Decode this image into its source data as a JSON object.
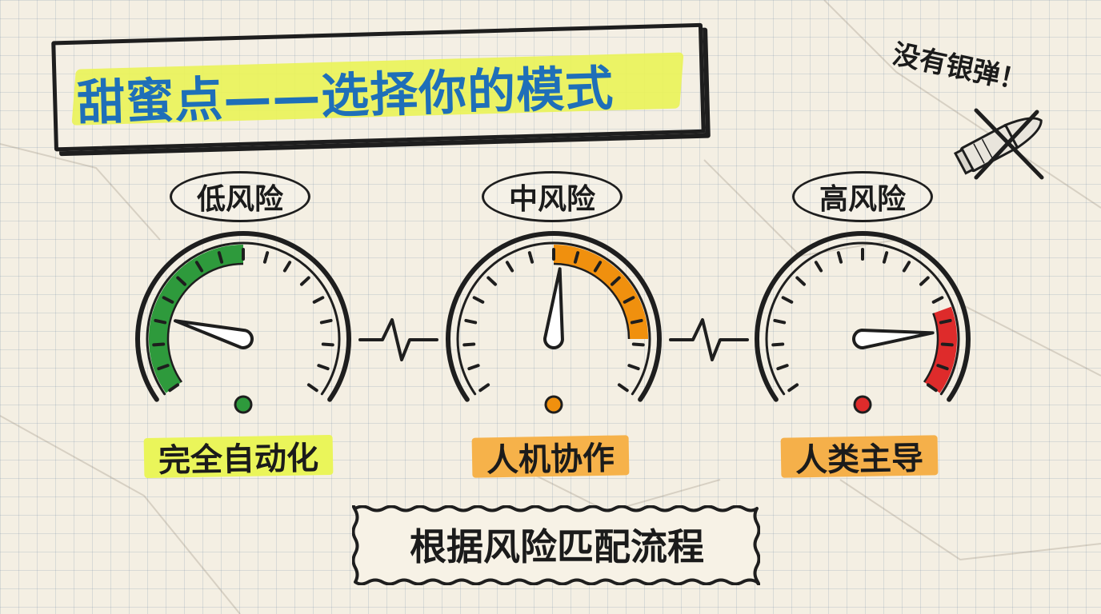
{
  "title": "甜蜜点——选择你的模式",
  "silver_bullet_note": "没有银弹！",
  "gauges": [
    {
      "risk_label": "低风险",
      "mode_label": "完全自动化",
      "color": "#2e9a3c",
      "label_bg": "#eaf55a",
      "level": 0.2
    },
    {
      "risk_label": "中风险",
      "mode_label": "人机协作",
      "color": "#f0900e",
      "label_bg": "#f6b24a",
      "level": 0.52
    },
    {
      "risk_label": "高风险",
      "mode_label": "人类主导",
      "color": "#de2b2b",
      "label_bg": "#f5b04a",
      "level": 0.84
    }
  ],
  "bottom_caption": "根据风险匹配流程",
  "colors": {
    "title_text": "#1f6fb8",
    "title_highlight": "#e9f35a",
    "ink": "#1e1e1e",
    "paper": "#f4efe3"
  }
}
